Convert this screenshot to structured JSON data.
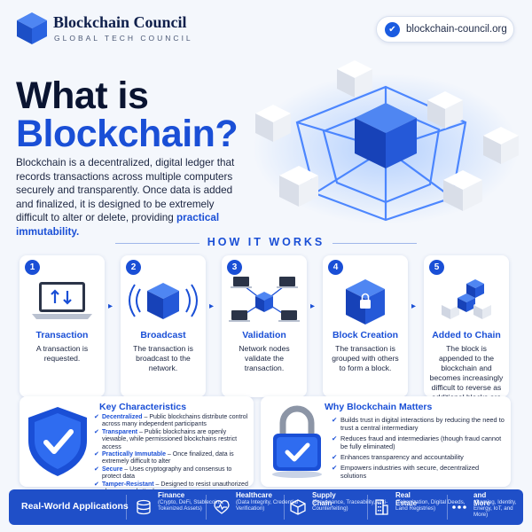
{
  "header": {
    "brand_name": "Blockchain Council",
    "brand_sub": "GLOBAL TECH COUNCIL",
    "site_url": "blockchain-council.org"
  },
  "hero": {
    "title_line1": "What is",
    "title_line2": "Blockchain?",
    "intro_text": "Blockchain is a decentralized, digital ledger that records transactions across multiple computers securely and transparently. Once data is added and finalized, it is designed to be extremely difficult to alter or delete, providing",
    "intro_highlight": "practical immutability."
  },
  "how_it_works": {
    "heading": "HOW IT WORKS",
    "steps": [
      {
        "num": "1",
        "title": "Transaction",
        "desc": "A transaction is requested."
      },
      {
        "num": "2",
        "title": "Broadcast",
        "desc": "The transaction is broadcast to the network."
      },
      {
        "num": "3",
        "title": "Validation",
        "desc": "Network nodes validate the transaction."
      },
      {
        "num": "4",
        "title": "Block Creation",
        "desc": "The transaction is grouped with others to form a block."
      },
      {
        "num": "5",
        "title": "Added to Chain",
        "desc": "The block is appended to the blockchain and becomes increasingly difficult to reverse as additional blocks are confirmed."
      }
    ]
  },
  "key_characteristics": {
    "heading": "Key Characteristics",
    "items": [
      {
        "term": "Decentralized",
        "desc": " – Public blockchains distribute control across many independent participants"
      },
      {
        "term": "Transparent",
        "desc": " – Public blockchains are openly viewable, while permissioned blockchains restrict access"
      },
      {
        "term": "Practically Immutable",
        "desc": " – Once finalized, data is extremely difficult to alter"
      },
      {
        "term": "Secure",
        "desc": " – Uses cryptography and consensus to protect data"
      },
      {
        "term": "Tamper-Resistant",
        "desc": " – Designed to resist unauthorized changes and attacks"
      }
    ]
  },
  "why_matters": {
    "heading": "Why Blockchain Matters",
    "items": [
      "Builds trust in digital interactions by reducing the need to trust a central intermediary",
      "Reduces fraud and intermediaries (though fraud cannot be fully eliminated)",
      "Enhances transparency and accountability",
      "Empowers industries with secure, decentralized solutions"
    ]
  },
  "applications": {
    "label": "Real-World Applications",
    "items": [
      {
        "title": "Finance",
        "desc": "(Crypto, DeFi, Stablecoins, Tokenized Assets)",
        "icon": "coins-icon"
      },
      {
        "title": "Healthcare",
        "desc": "(Data Integrity, Credential Verification)",
        "icon": "heart-pulse-icon"
      },
      {
        "title": "Supply Chain",
        "desc": "(Provenance, Traceability, Anti-Counterfeiting)",
        "icon": "box-icon"
      },
      {
        "title": "Real Estate",
        "desc": "(Tokenization, Digital Deeds, Land Registries)",
        "icon": "building-icon"
      },
      {
        "title": "and More",
        "desc": "(Gaming, Identity, Energy, IoT, and More)",
        "icon": "more-icon"
      }
    ]
  },
  "colors": {
    "accent": "#1a4fd6",
    "dark": "#0a1431",
    "bar": "#1f4fc8",
    "background": "#f4f7fc"
  }
}
